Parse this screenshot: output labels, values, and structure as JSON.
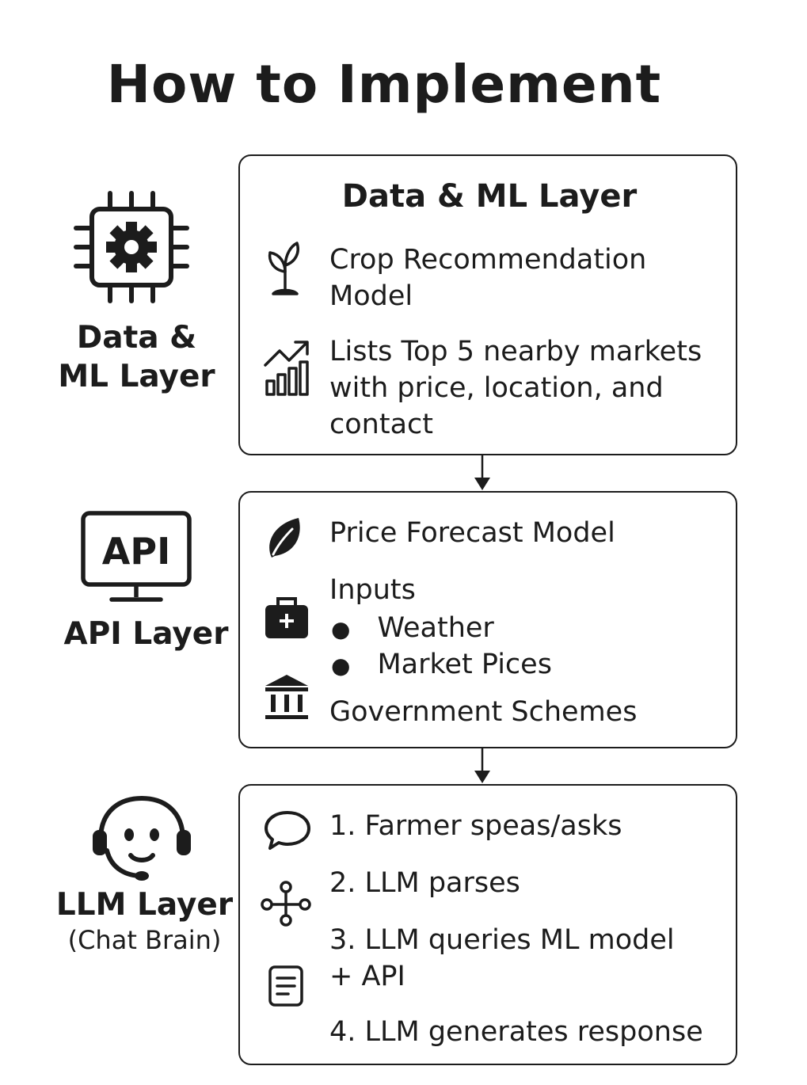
{
  "title": "How to Implement",
  "layers": [
    {
      "side_label_line1": "Data &",
      "side_label_line2": "ML Layer",
      "side_icon": "chip-gear-icon",
      "box_title": "Data & ML Layer",
      "items": [
        {
          "icon": "sprout-icon",
          "line1": "Crop Recommendation",
          "line2": "Model"
        },
        {
          "icon": "trend-chart-icon",
          "line1": "Lists Top 5 nearby markets",
          "line2": "with price, location, and",
          "line3": "contact"
        }
      ]
    },
    {
      "side_label": "API Layer",
      "side_icon": "api-monitor-icon",
      "monitor_text": "API",
      "items": [
        {
          "icon": "leaf-icon",
          "text": "Price Forecast Model"
        },
        {
          "icon": "medical-bag-icon",
          "text": "Inputs",
          "bullets": [
            "Weather",
            "Market Pices"
          ]
        },
        {
          "icon": "bank-icon",
          "text": "Government Schemes"
        }
      ]
    },
    {
      "side_label": "LLM Layer",
      "side_sub": "(Chat Brain)",
      "side_icon": "headset-face-icon",
      "steps": [
        {
          "icon": "chat-bubble-icon",
          "text": "1. Farmer speas/asks"
        },
        {
          "icon": "network-nodes-icon",
          "text": "2. LLM parses"
        },
        {
          "icon": "document-icon",
          "line1": "3. LLM queries ML model",
          "line2": "+ API"
        },
        {
          "text": "4. LLM generates response"
        }
      ]
    }
  ]
}
